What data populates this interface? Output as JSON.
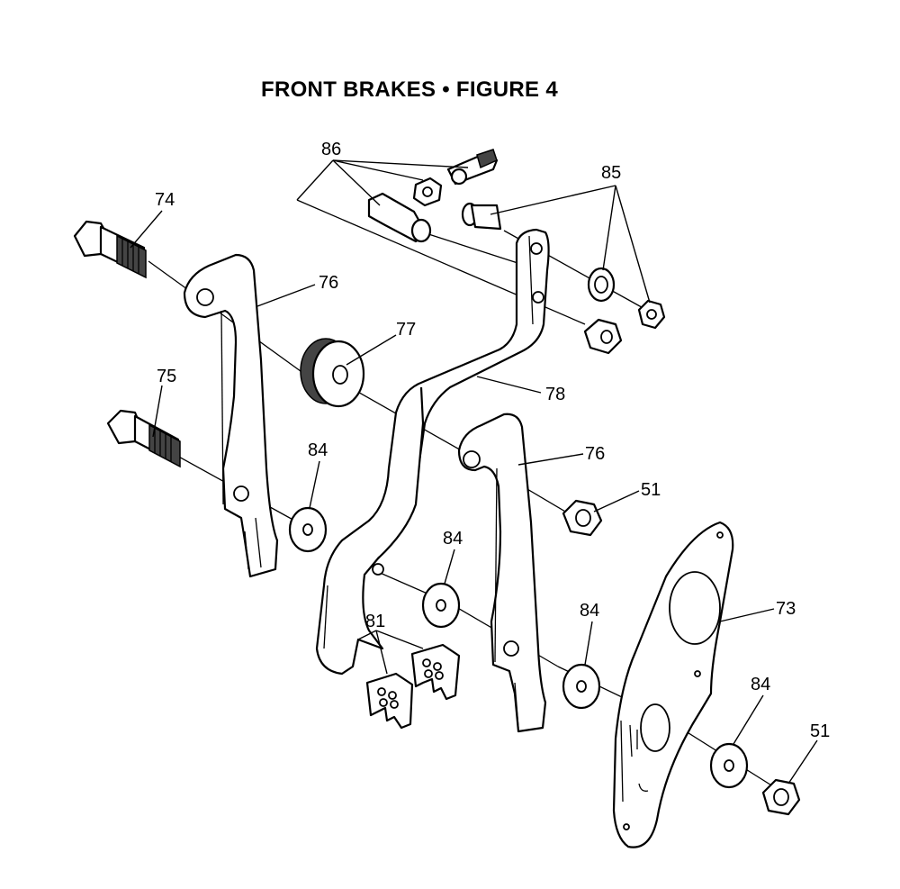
{
  "title": "FRONT BRAKES  •  FIGURE 4",
  "callouts": {
    "c86": "86",
    "c85": "85",
    "c74": "74",
    "c76a": "76",
    "c77": "77",
    "c75": "75",
    "c78": "78",
    "c84a": "84",
    "c76b": "76",
    "c51a": "51",
    "c84b": "84",
    "c73": "73",
    "c81": "81",
    "c84c": "84",
    "c84d": "84",
    "c51b": "51"
  }
}
